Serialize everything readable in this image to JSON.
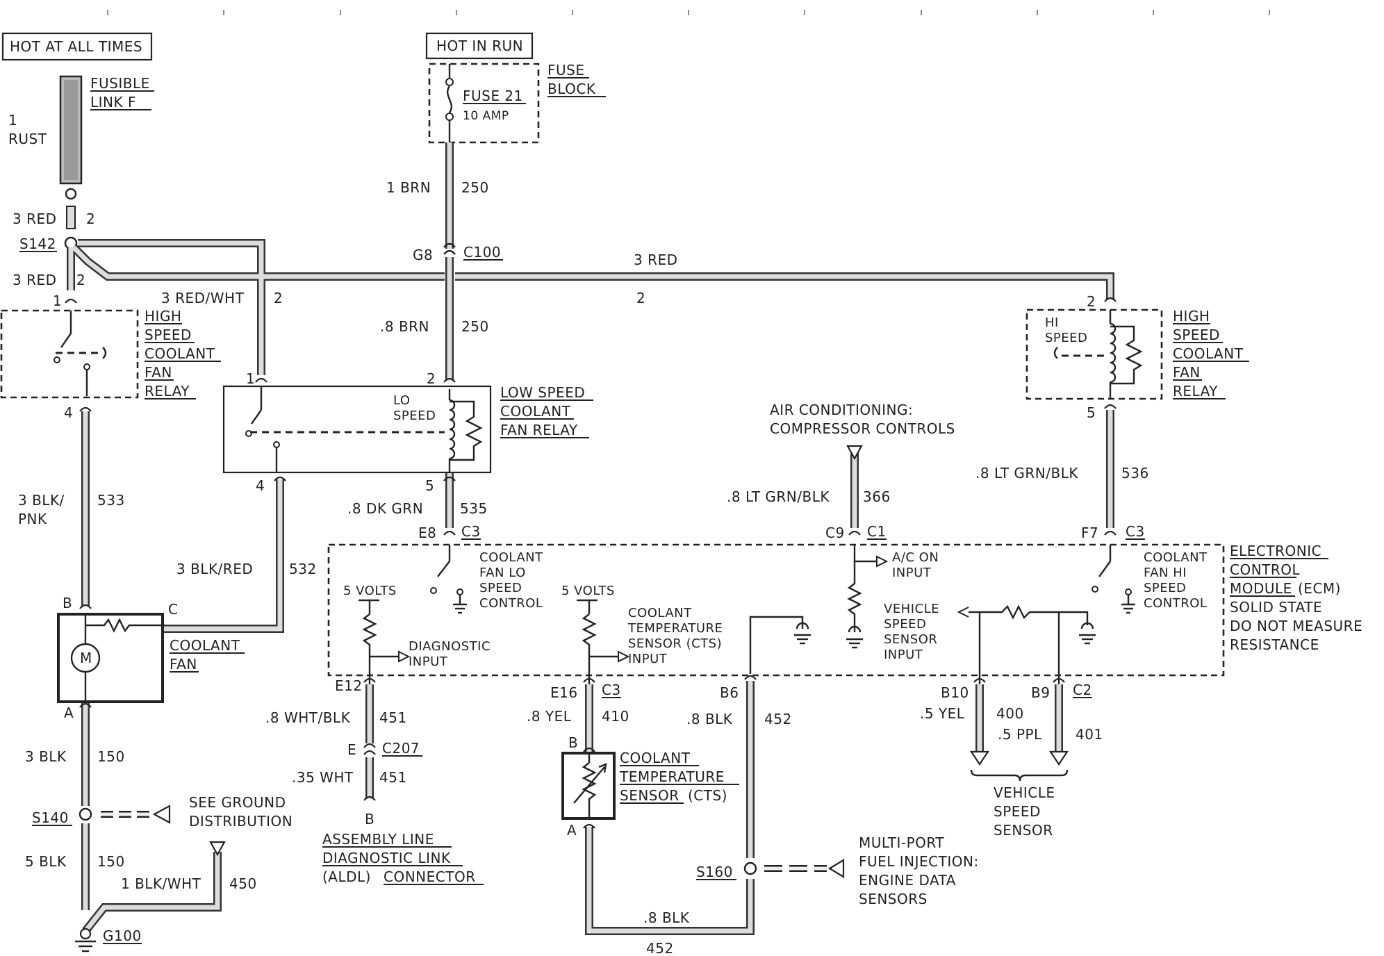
{
  "sources": {
    "hot_at_all_times": "HOT AT ALL TIMES",
    "hot_in_run": "HOT IN RUN"
  },
  "fusible_link": {
    "line1": "FUSIBLE",
    "line2": "LINK  F",
    "gauge_num": "1",
    "gauge_color": "RUST"
  },
  "fuse_block": {
    "label_line1": "FUSE",
    "label_line2": "BLOCK",
    "fuse_name": "FUSE 21",
    "fuse_rating": "10 AMP"
  },
  "wires": {
    "w1_left": "3 RED",
    "w1_right": "2",
    "w2_left": "3 RED",
    "w2_right": "2",
    "red_wht": "3 RED/WHT",
    "red_wht_circuit": "2",
    "top_red": "3 RED",
    "top_red_circuit": "2",
    "brn1": "1 BRN",
    "brn1_circuit": "250",
    "brn2": ".8 BRN",
    "brn2_circuit": "250",
    "blk_pnk_1": "3 BLK/",
    "blk_pnk_2": "PNK",
    "blk_pnk_circuit": "533",
    "blk_red": "3 BLK/RED",
    "blk_red_circuit": "532",
    "dk_grn": ".8 DK GRN",
    "dk_grn_circuit": "535",
    "lt_grn_blk_ac": ".8 LT GRN/BLK",
    "lt_grn_blk_ac_circuit": "366",
    "lt_grn_blk_hi": ".8 LT GRN/BLK",
    "lt_grn_blk_hi_circuit": "536",
    "blk150_1": "3 BLK",
    "blk150_1_circuit": "150",
    "blk150_2": "5 BLK",
    "blk150_2_circuit": "150",
    "blk_wht": "1 BLK/WHT",
    "blk_wht_circuit": "450",
    "wht_blk": ".8 WHT/BLK",
    "wht_blk_circuit": "451",
    "wht": ".35 WHT",
    "wht_circuit": "451",
    "yel": ".8 YEL",
    "yel_circuit": "410",
    "blk452": ".8 BLK",
    "blk452_circuit": "452",
    "blk_bottom": ".8 BLK",
    "blk_bottom_circuit": "452",
    "yel400": ".5 YEL",
    "yel400_circuit": "400",
    "ppl401": ".5 PPL",
    "ppl401_circuit": "401"
  },
  "splices": {
    "s142": "S142",
    "s140": "S140",
    "s160": "S160",
    "g100": "G100"
  },
  "connectors": {
    "g8": "G8",
    "c100": "C100",
    "e8": "E8",
    "c3a": "C3",
    "c9": "C9",
    "c1": "C1",
    "f7": "F7",
    "c3b": "C3",
    "e12": "E12",
    "e16": "E16",
    "c3c": "C3",
    "b6": "B6",
    "b10": "B10",
    "b9": "B9",
    "c2": "C2",
    "e": "E",
    "c207": "C207",
    "pin_b_cts": "B",
    "pin_a_cts": "A",
    "pin_b_aldl": "B"
  },
  "pins": {
    "hs_left_1": "1",
    "hs_left_4": "4",
    "lo_1": "1",
    "lo_2": "2",
    "lo_4": "4",
    "lo_5": "5",
    "hs_right_2": "2",
    "hs_right_5": "5",
    "fan_b": "B",
    "fan_c": "C",
    "fan_a": "A"
  },
  "hs_relay_left": {
    "l1": "HIGH",
    "l2": "SPEED",
    "l3": "COOLANT",
    "l4": "FAN",
    "l5": "RELAY"
  },
  "hs_relay_right": {
    "l1": "HIGH",
    "l2": "SPEED",
    "l3": "COOLANT",
    "l4": "FAN",
    "l5": "RELAY",
    "inner1": "HI",
    "inner2": "SPEED"
  },
  "lo_relay": {
    "l1": "LOW SPEED",
    "l2": "COOLANT",
    "l3": "FAN RELAY",
    "inner1": "LO",
    "inner2": "SPEED"
  },
  "coolant_fan": {
    "l1": "COOLANT",
    "l2": "FAN",
    "motor": "M"
  },
  "ground_dist": {
    "l1": "SEE GROUND",
    "l2": "DISTRIBUTION"
  },
  "ac_controls": {
    "l1": "AIR CONDITIONING:",
    "l2": "COMPRESSOR CONTROLS"
  },
  "ecm": {
    "l1": "ELECTRONIC",
    "l2": "CONTROL",
    "l3": "MODULE",
    "l3b": "(ECM)",
    "l4": "SOLID STATE",
    "l5": "DO NOT MEASURE",
    "l6": "RESISTANCE",
    "lo_ctrl": [
      "COOLANT",
      "FAN LO",
      "SPEED",
      "CONTROL"
    ],
    "hi_ctrl": [
      "COOLANT",
      "FAN HI",
      "SPEED",
      "CONTROL"
    ],
    "ac_on": [
      "A/C ON",
      "INPUT"
    ],
    "five_volts_1": "5 VOLTS",
    "five_volts_2": "5 VOLTS",
    "diag": [
      "DIAGNOSTIC",
      "INPUT"
    ],
    "cts_in": [
      "COOLANT",
      "TEMPERATURE",
      "SENSOR  (CTS)",
      "INPUT"
    ],
    "vss_in": [
      "VEHICLE",
      "SPEED",
      "SENSOR",
      "INPUT"
    ]
  },
  "aldl": {
    "l1": "ASSEMBLY LINE",
    "l2": "DIAGNOSTIC LINK",
    "l3a": "(ALDL)",
    "l3b": "CONNECTOR"
  },
  "cts": {
    "l1": "COOLANT",
    "l2": "TEMPERATURE",
    "l3": "SENSOR",
    "l3b": "(CTS)"
  },
  "vss": {
    "l1": "VEHICLE",
    "l2": "SPEED",
    "l3": "SENSOR"
  },
  "mpfi": {
    "l1": "MULTI-PORT",
    "l2": "FUEL INJECTION:",
    "l3": "ENGINE DATA",
    "l4": "SENSORS"
  }
}
